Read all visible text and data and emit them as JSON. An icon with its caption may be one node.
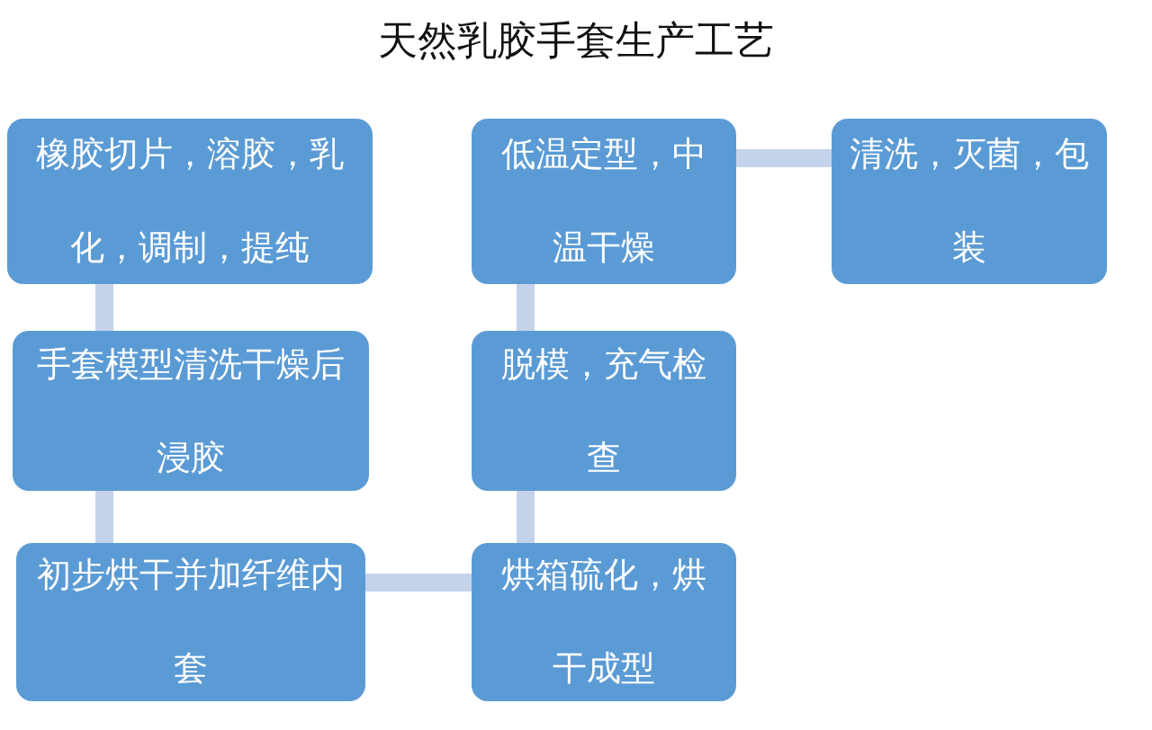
{
  "diagram": {
    "title": "天然乳胶手套生产工艺",
    "nodes": [
      {
        "text": [
          "橡胶切片，溶胶，乳化，调制，提纯"
        ]
      },
      {
        "text": [
          "手套模型清洗干燥后浸胶"
        ]
      },
      {
        "text": [
          "初步烘干并加纤维内套"
        ]
      },
      {
        "text": [
          "烘箱硫化，烘干成型"
        ]
      },
      {
        "text": [
          "脱模，充气检查"
        ]
      },
      {
        "text": [
          "低温定型，中温干燥"
        ]
      },
      {
        "text": [
          "清洗，灭菌，包装"
        ]
      }
    ],
    "edges": [
      {
        "from": 0,
        "to": 1,
        "arrow": "none"
      },
      {
        "from": 1,
        "to": 2,
        "arrow": "none"
      },
      {
        "from": 2,
        "to": 3,
        "arrow": "none"
      },
      {
        "from": 3,
        "to": 4,
        "arrow": "none"
      },
      {
        "from": 4,
        "to": 5,
        "arrow": "none"
      },
      {
        "from": 5,
        "to": 6,
        "arrow": "none"
      }
    ]
  }
}
